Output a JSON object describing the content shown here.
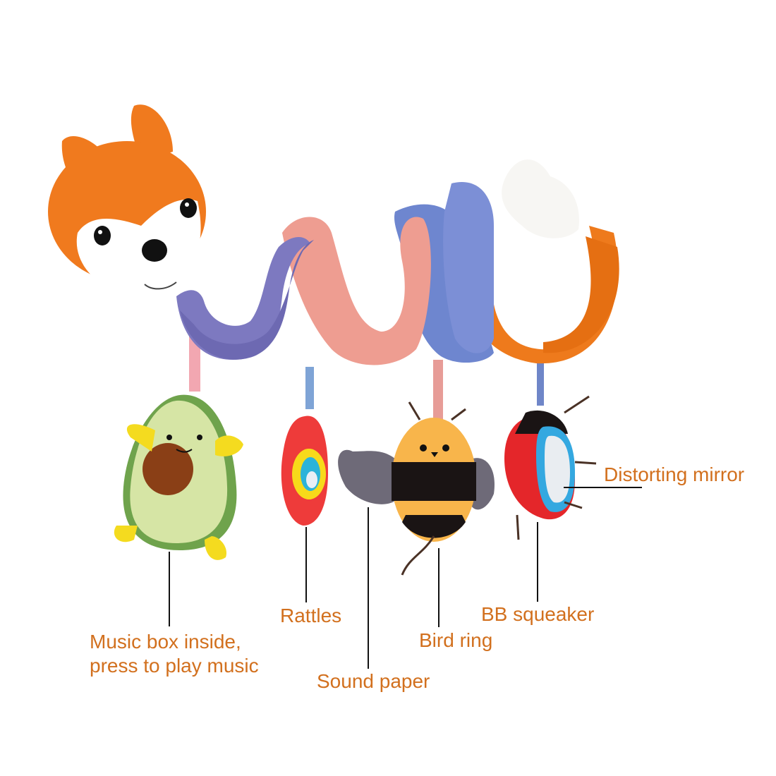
{
  "product": {
    "name": "Fox spiral activity toy",
    "colors": {
      "label_text": "#D2701E",
      "fox_orange": "#F07A1E",
      "fox_white": "#FFFFFF",
      "spiral_purple": "#7D79C0",
      "spiral_pink": "#EE9D91",
      "spiral_blue": "#6E86CF",
      "tail_orange": "#EE7A1C",
      "avocado_green": "#D6E5A5",
      "avocado_pit": "#8A3F16",
      "rattle_red": "#EE3B3A",
      "rattle_yellow": "#F7DA1A",
      "bee_yellow": "#F8B54B",
      "bee_black": "#1A1414",
      "wing_gray": "#6E6A78",
      "ladybug_red": "#E4262A",
      "mirror_blue": "#34A8E0"
    }
  },
  "annotations": [
    {
      "id": "music-box",
      "lines": [
        "Music box inside,",
        "press to play music"
      ]
    },
    {
      "id": "rattles",
      "lines": [
        "Rattles"
      ]
    },
    {
      "id": "sound-paper",
      "lines": [
        "Sound paper"
      ]
    },
    {
      "id": "bird-ring",
      "lines": [
        "Bird ring"
      ]
    },
    {
      "id": "bb-squeaker",
      "lines": [
        "BB squeaker"
      ]
    },
    {
      "id": "distorting-mirror",
      "lines": [
        "Distorting mirror"
      ]
    }
  ]
}
